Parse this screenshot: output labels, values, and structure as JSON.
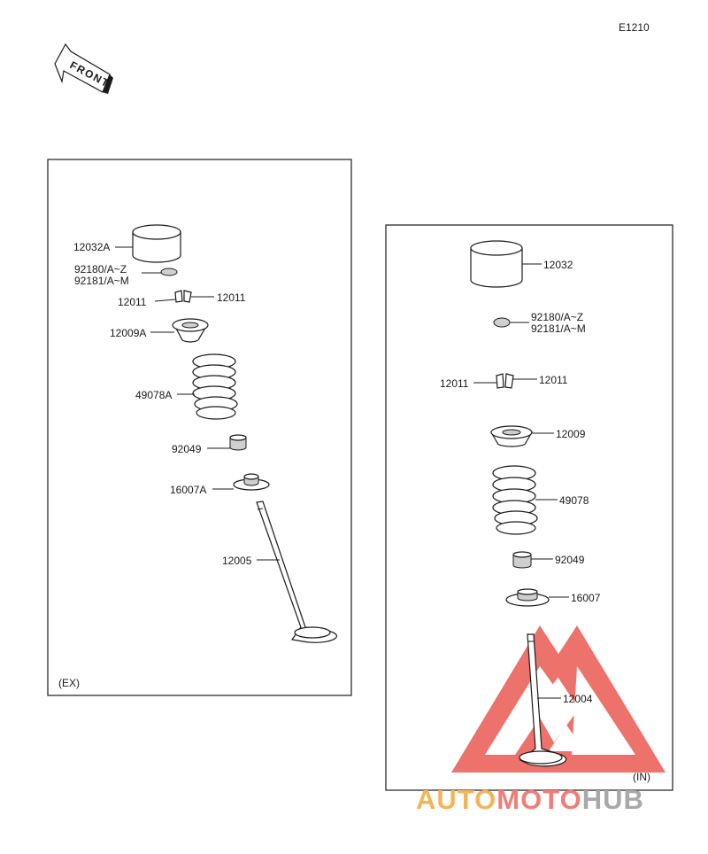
{
  "header": {
    "code": "E1210",
    "front_label": "FRONT"
  },
  "exhaust_panel": {
    "tag": "(EX)",
    "callouts": {
      "tappet": "12032A",
      "shim_1": "92180/A~Z",
      "shim_2": "92181/A~M",
      "keeper_left": "12011",
      "keeper_right": "12011",
      "retainer": "12009A",
      "spring": "49078A",
      "seal": "92049",
      "seat": "16007A",
      "valve": "12005"
    }
  },
  "intake_panel": {
    "tag": "(IN)",
    "callouts": {
      "tappet": "12032",
      "shim_1": "92180/A~Z",
      "shim_2": "92181/A~M",
      "keeper_left": "12011",
      "keeper_right": "12011",
      "retainer": "12009",
      "spring": "49078",
      "seal": "92049",
      "seat": "16007",
      "valve": "12004"
    }
  },
  "watermark": {
    "part_1": "AUTO",
    "part_2": "MOTO",
    "part_3": "HUB"
  },
  "colors": {
    "watermark_red": "#e8443a",
    "watermark_orange": "#f3b55a",
    "watermark_pink": "#f07d78",
    "watermark_gray": "#a9a9a9"
  }
}
